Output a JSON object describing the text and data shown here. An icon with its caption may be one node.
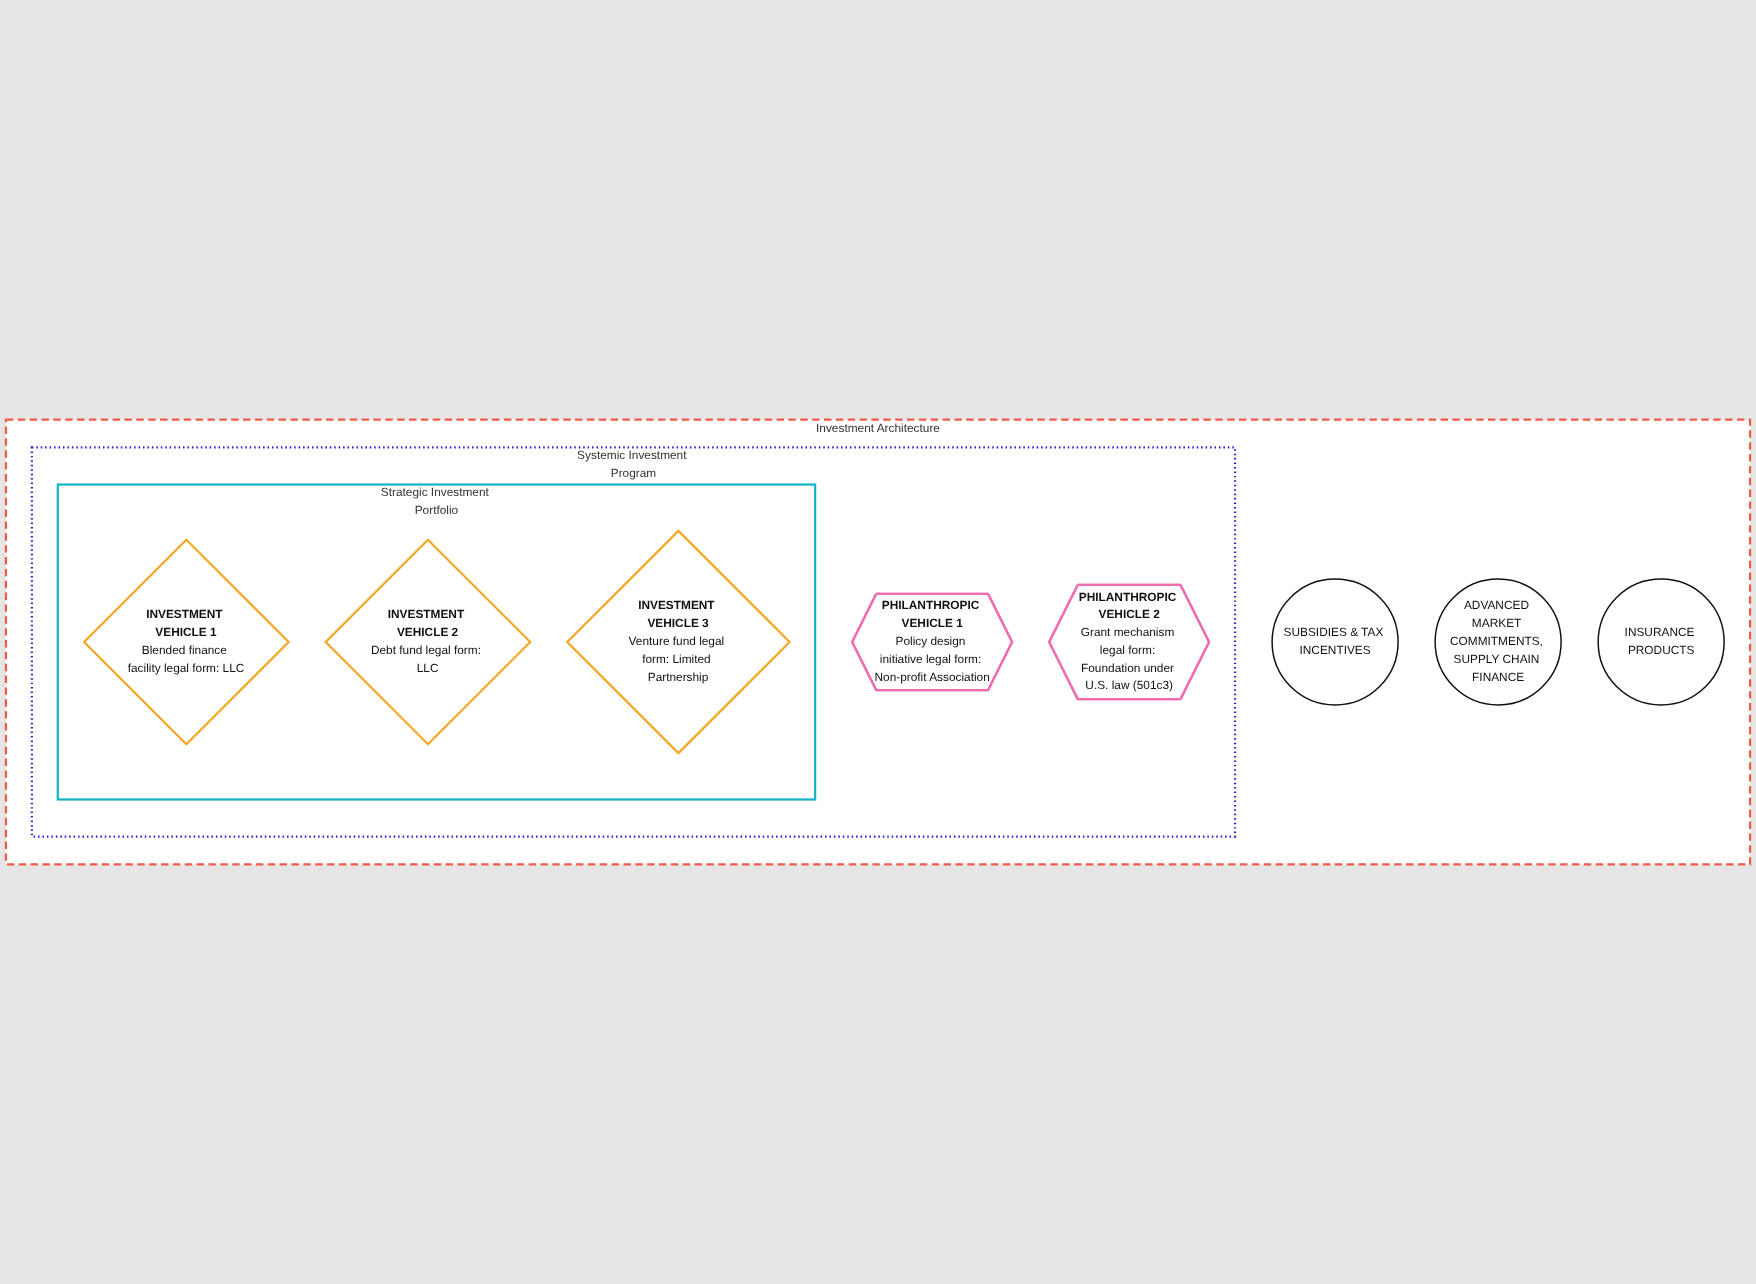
{
  "diagram": {
    "nodes": [
      {
        "text": [
          "Investment Architecture"
        ]
      },
      {
        "text": [
          "Systemic Investment Program"
        ],
        "in": 0
      },
      {
        "text": [
          "SUBSIDIES & TAX INCENTIVES"
        ],
        "in": 0
      },
      {
        "text": [
          "ADVANCED MARKET COMMITMENTS, SUPPLY CHAIN FINANCE"
        ],
        "in": 0
      },
      {
        "text": [
          "INSURANCE PRODUCTS"
        ],
        "in": 0
      },
      {
        "text": [
          "PHILANTHROPIC VEHICLE 1",
          "Policy design initiative legal form: Non-profit Association"
        ],
        "in": 1
      },
      {
        "text": [
          "PHILANTHROPIC VEHICLE 2",
          "Grant mechanism legal form: Foundation under U.S. law (501c3)"
        ],
        "in": 1
      },
      {
        "text": [
          "Strategic Investment Portfolio"
        ],
        "in": 1
      },
      {
        "text": [
          "INVESTMENT VEHICLE 1",
          "Blended finance facility legal form: LLC"
        ],
        "in": 7
      },
      {
        "text": [
          "INVESTMENT VEHICLE 2",
          "Debt fund legal form: LLC"
        ],
        "in": 7
      },
      {
        "text": [
          "INVESTMENT VEHICLE 3",
          "Venture fund legal form: Limited Partnership"
        ],
        "in": 7
      }
    ]
  }
}
